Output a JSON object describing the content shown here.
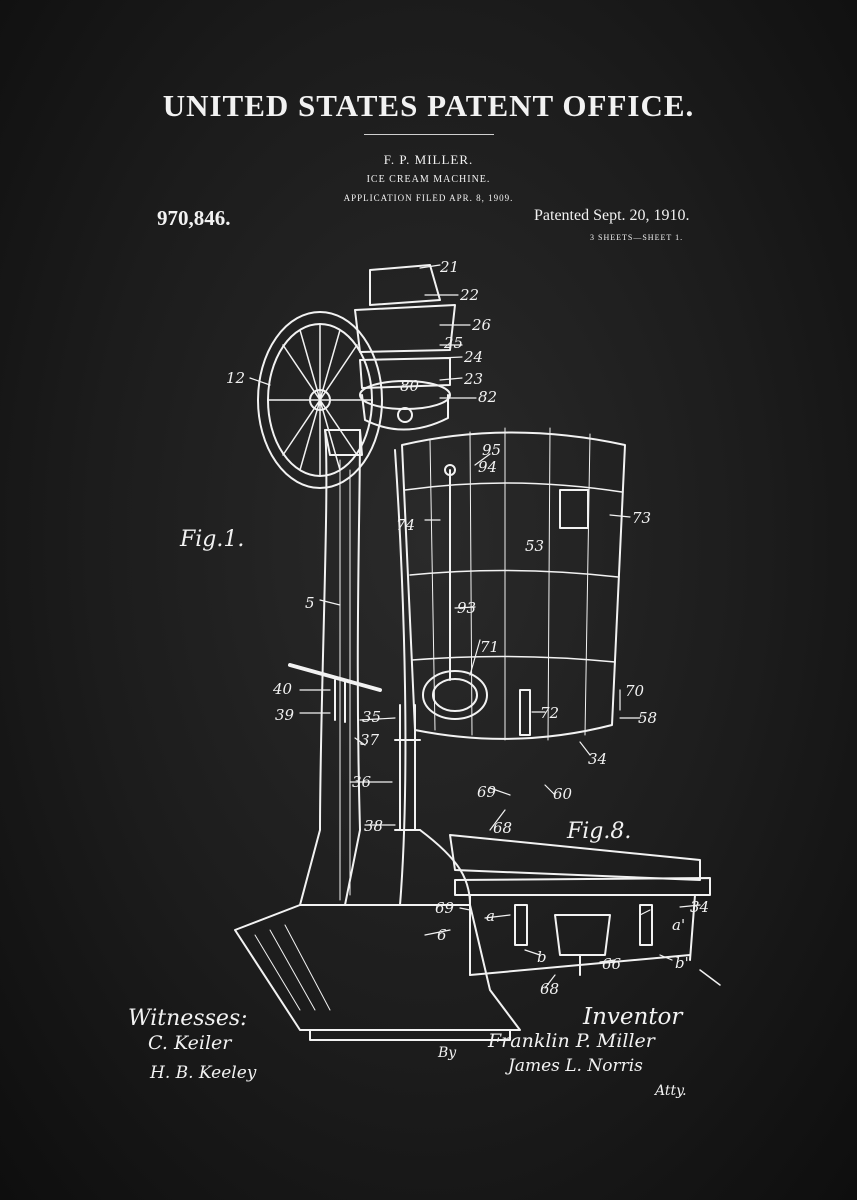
{
  "header": {
    "office": "UNITED STATES PATENT OFFICE.",
    "inventor_name": "F. P. MILLER.",
    "invention_title": "ICE CREAM MACHINE.",
    "application_filed": "APPLICATION FILED APR. 8, 1909.",
    "patent_number": "970,846.",
    "patented_date": "Patented Sept. 20, 1910.",
    "sheets": "3 SHEETS—SHEET 1."
  },
  "figures": {
    "fig1": "Fig.1.",
    "fig8": "Fig.8."
  },
  "reference_labels": [
    "21",
    "22",
    "26",
    "25",
    "24",
    "23",
    "82",
    "80",
    "12",
    "95",
    "94",
    "73",
    "74",
    "53",
    "5",
    "93",
    "71",
    "70",
    "40",
    "39",
    "35",
    "37",
    "72",
    "58",
    "34",
    "36",
    "69",
    "60",
    "68",
    "38",
    "6",
    "69",
    "a",
    "a'",
    "34",
    "b",
    "66",
    "b'",
    "68"
  ],
  "signatures": {
    "witnesses_label": "Witnesses:",
    "witness_1": "C. Keiler",
    "witness_2": "H. B. Keeley",
    "inventor_label": "Inventor",
    "inventor_signature": "Franklin P. Miller",
    "by_label": "By",
    "attorney_signature": "James L. Norris",
    "attorney_label": "Atty."
  },
  "colors": {
    "background": "#1c1c1c",
    "ink": "#f2f2f2"
  }
}
